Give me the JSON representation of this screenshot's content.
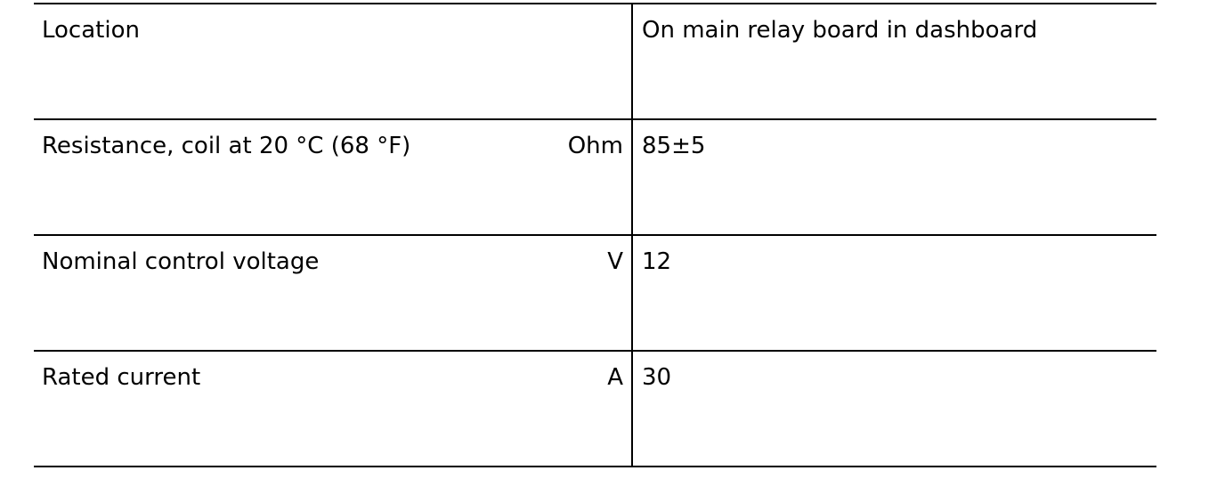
{
  "rows": [
    {
      "label": "Location",
      "unit": "",
      "value": "On main relay board in dashboard"
    },
    {
      "label": "Resistance, coil at 20 °C (68 °F)",
      "unit": "Ohm",
      "value": "85±5"
    },
    {
      "label": "Nominal control voltage",
      "unit": "V",
      "value": "12"
    },
    {
      "label": "Rated current",
      "unit": "A",
      "value": "30"
    }
  ]
}
